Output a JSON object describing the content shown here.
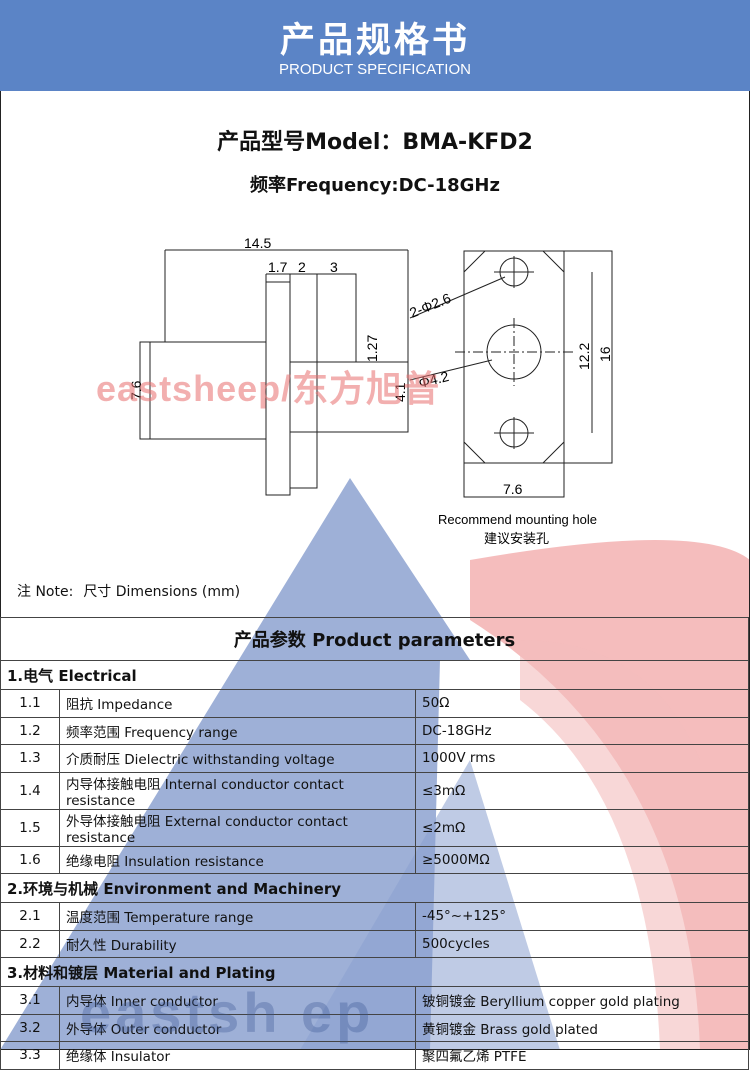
{
  "header": {
    "title": "产品规格书",
    "subtitle": "PRODUCT SPECIFICATION"
  },
  "model_line": "产品型号Model：BMA-KFD2",
  "frequency_line": "频率Frequency:DC-18GHz",
  "drawing": {
    "side_view": {
      "dim_overall": "14.5",
      "dim_a": "1.7",
      "dim_b": "2",
      "dim_c": "3",
      "dim_outer_dia": "7.6",
      "dim_inner_dia": "4.1",
      "dim_pin_len": "1.27"
    },
    "front_view": {
      "dim_holes": "2-Φ2.6",
      "dim_center": "Φ4.2",
      "dim_pitch": "12.2",
      "dim_height": "16",
      "dim_width": "7.6"
    },
    "caption_en": "Recommend mounting hole",
    "caption_cn": "建议安装孔"
  },
  "watermarks": {
    "top": "eastsheep/东方旭普",
    "bottom": "eastsh  ep"
  },
  "note": {
    "note_label": "注 Note:",
    "dim_label": "尺寸 Dimensions (mm)"
  },
  "params": {
    "caption": "产品参数 Product parameters",
    "sections": [
      {
        "title": "1.电气 Electrical",
        "rows": [
          {
            "no": "1.1",
            "name": "阻抗 Impedance",
            "value": "50Ω"
          },
          {
            "no": "1.2",
            "name": "频率范围 Frequency range",
            "value": "DC-18GHz"
          },
          {
            "no": "1.3",
            "name": "介质耐压 Dielectric withstanding voltage",
            "value": "1000V rms"
          },
          {
            "no": "1.4",
            "name": "内导体接触电阻 Internal conductor contact resistance",
            "value": "≤3mΩ"
          },
          {
            "no": "1.5",
            "name": "外导体接触电阻 External conductor contact resistance",
            "value": "≤2mΩ"
          },
          {
            "no": "1.6",
            "name": "绝缘电阻  Insulation resistance",
            "value": "≥5000MΩ"
          }
        ]
      },
      {
        "title": "2.环境与机械 Environment and Machinery",
        "rows": [
          {
            "no": "2.1",
            "name": "温度范围 Temperature range",
            "value": "-45°~+125°"
          },
          {
            "no": "2.2",
            "name": "耐久性 Durability",
            "value": "500cycles"
          }
        ]
      },
      {
        "title": "3.材料和镀层 Material and Plating",
        "rows": [
          {
            "no": "3.1",
            "name": "内导体 Inner conductor",
            "value": "铍铜镀金 Beryllium copper gold plating"
          },
          {
            "no": "3.2",
            "name": "外导体 Outer conductor",
            "value": "黄铜镀金  Brass gold plated"
          },
          {
            "no": "3.3",
            "name": "绝缘体 Insulator",
            "value": "聚四氟乙烯 PTFE"
          }
        ]
      }
    ]
  },
  "colors": {
    "header_bg": "#5b84c6",
    "watermark_red": "#e86e6e",
    "watermark_blue": "#3c5a96"
  }
}
